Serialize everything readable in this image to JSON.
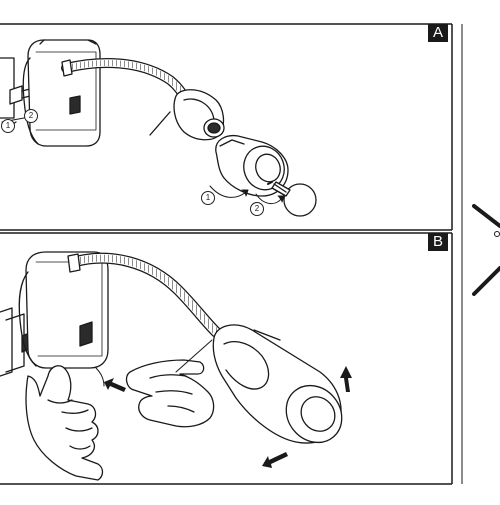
{
  "panels": [
    {
      "tag": "A"
    },
    {
      "tag": "B"
    }
  ],
  "callouts": [
    "1",
    "2",
    "1",
    "2"
  ],
  "colors": {
    "line": "#1a1a1a",
    "fill_dark": "#2b2b2b",
    "shade": "#bdbdbd",
    "tag_bg": "#1a1a1a",
    "tag_text": "#ffffff"
  }
}
